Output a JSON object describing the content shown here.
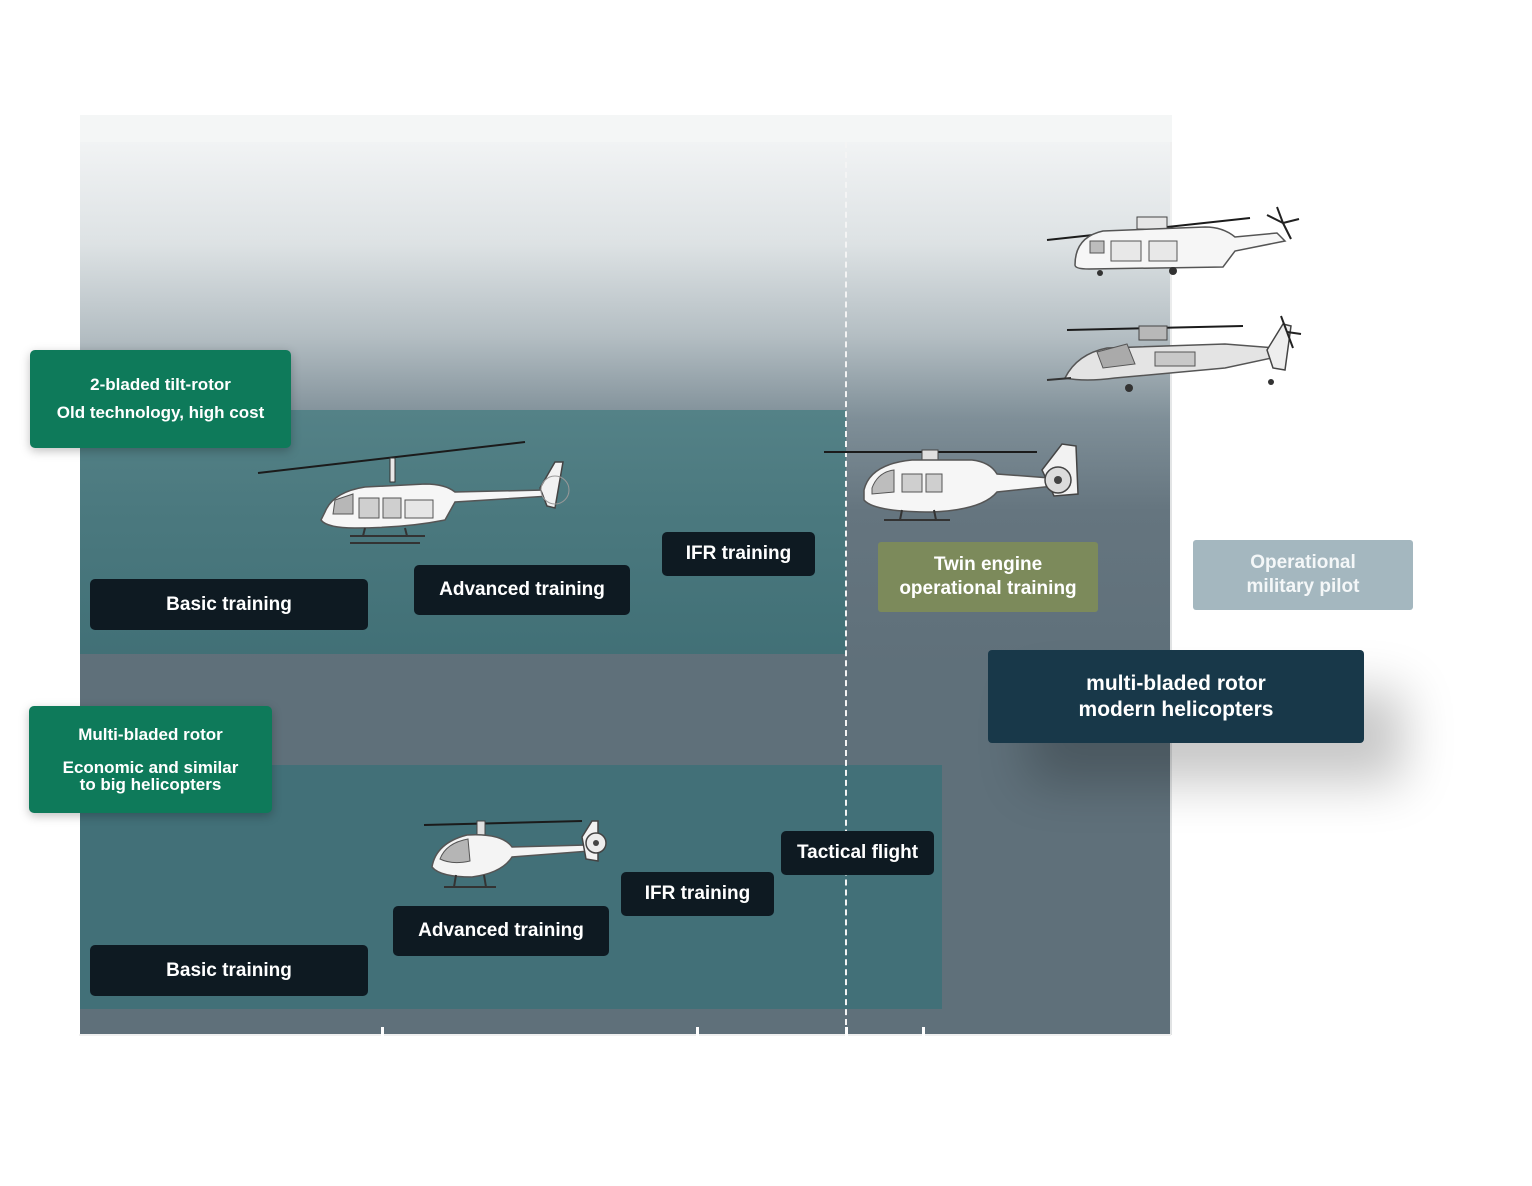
{
  "categories": {
    "tilt_rotor": {
      "line1": "2-bladed tilt-rotor",
      "line2": "Old technology, high cost"
    },
    "multi_rotor": {
      "line1": "Multi-bladed rotor",
      "line2": "Economic and similar",
      "line3": "to big helicopters"
    }
  },
  "top_track": {
    "basic": "Basic training",
    "advanced": "Advanced training",
    "ifr": "IFR training"
  },
  "bottom_track": {
    "basic": "Basic training",
    "advanced": "Advanced training",
    "ifr": "IFR training",
    "tactical": "Tactical flight"
  },
  "twin_engine": {
    "line1": "Twin engine",
    "line2": "operational training"
  },
  "operational": {
    "line1": "Operational",
    "line2": "military pilot"
  },
  "modern": {
    "line1": "multi-bladed rotor",
    "line2": "modern helicopters"
  },
  "colors": {
    "category_green": "#0e7a5a",
    "training_dark": "#0e1a22",
    "twin_olive": "#7c8a5b",
    "operational_grey": "#a4b7bf",
    "modern_navy": "#183849",
    "band_teal": "#3f7279"
  },
  "icons": [
    "two-bladed-helicopter-icon",
    "light-multi-rotor-helicopter-icon",
    "twin-engine-helicopter-icon",
    "transport-helicopter-icon",
    "attack-helicopter-icon"
  ]
}
